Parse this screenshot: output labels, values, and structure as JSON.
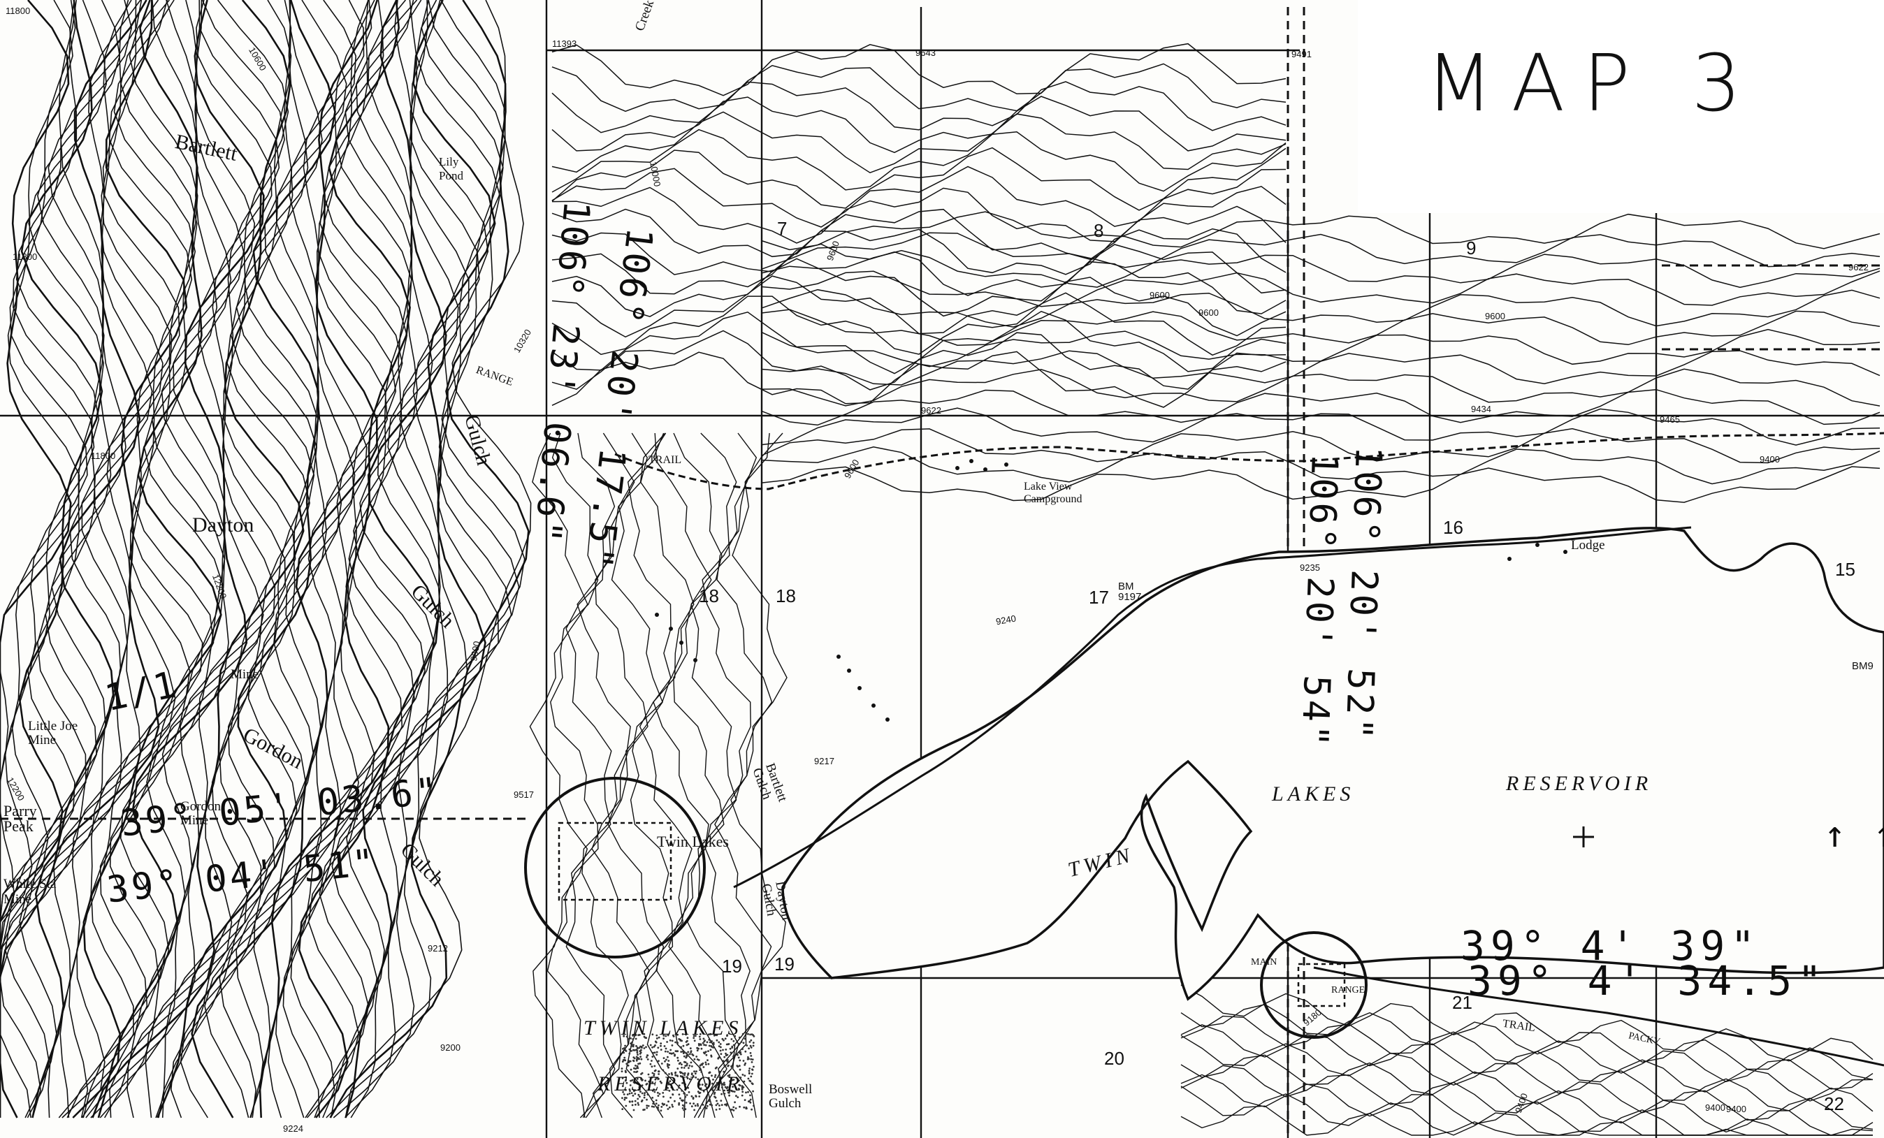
{
  "title": "MAP 3",
  "labels": {
    "bartlett": "Bartlett",
    "dayton": "Dayton",
    "gulch_a": "Gulch",
    "gulch_b": "Gulch",
    "gulch_c": "Gulch",
    "gordon": "Gordon",
    "mine": "Mine",
    "little_joe_mine": "Little Joe\nMine",
    "gordon_mine": "Gordon\nMine",
    "parry_peak": "Parry\nPeak",
    "white_star_mine": "White Sta\nMine",
    "twin_lakes_town": "Twin Lakes",
    "bartlett_gulch": "Bartlett\nGulch",
    "dayton_gulch": "Dayton\nGulch",
    "boswell_gulch": "Boswell\nGulch",
    "lake_view_campground": "Lake View\nCampground",
    "lodge": "Lodge",
    "trail_a": "TRAIL",
    "trail_b": "TRAIL",
    "range_a": "RANGE",
    "range_b": "RANGE",
    "main": "MAIN",
    "packy": "PACKY",
    "creek": "Creek",
    "lily_pond": "Lily\nPond",
    "twin_lakes_lower": "TWIN LAKES",
    "reservoir_lower": "RESERVOIR",
    "twin_big": "TWIN",
    "lakes_big": "LAKES",
    "reservoir_big": "RESERVOIR",
    "bm_9197": "BM\n9197",
    "bm_right": "BM9"
  },
  "sections": [
    "7",
    "8",
    "9",
    "16",
    "15",
    "17",
    "18",
    "18",
    "19",
    "19",
    "20",
    "21",
    "22"
  ],
  "elevations": [
    "11800",
    "11800",
    "11800",
    "12200",
    "12200",
    "10600",
    "10000",
    "9600",
    "9600",
    "9600",
    "9800",
    "9600",
    "9400",
    "9400",
    "9240",
    "9217",
    "9517",
    "9212",
    "9224",
    "9200",
    "9180",
    "9400",
    "9643",
    "9491",
    "9622",
    "9434",
    "9465",
    "9235",
    "10320",
    "11393",
    "9622",
    "9600",
    "9400"
  ],
  "handwritten": {
    "coord_top_1": "39° 4' 39\"",
    "coord_top_2": "39° 4' 34.5\"",
    "coord_left_1": "39° 05' 03.6\"",
    "coord_left_2": "39° 04' 51\"",
    "coord_vert_1": "106° 23' 06.6\"",
    "coord_vert_2": "106° 20' 17.5\"",
    "coord_vert_3": "106° 20' 52\"",
    "coord_vert_4": "106° 20' 54\"",
    "scribble": "1/1",
    "arrow_right": "↑ ↑"
  },
  "colors": {
    "ink": "#111111",
    "paper": "#fdfdfb"
  }
}
